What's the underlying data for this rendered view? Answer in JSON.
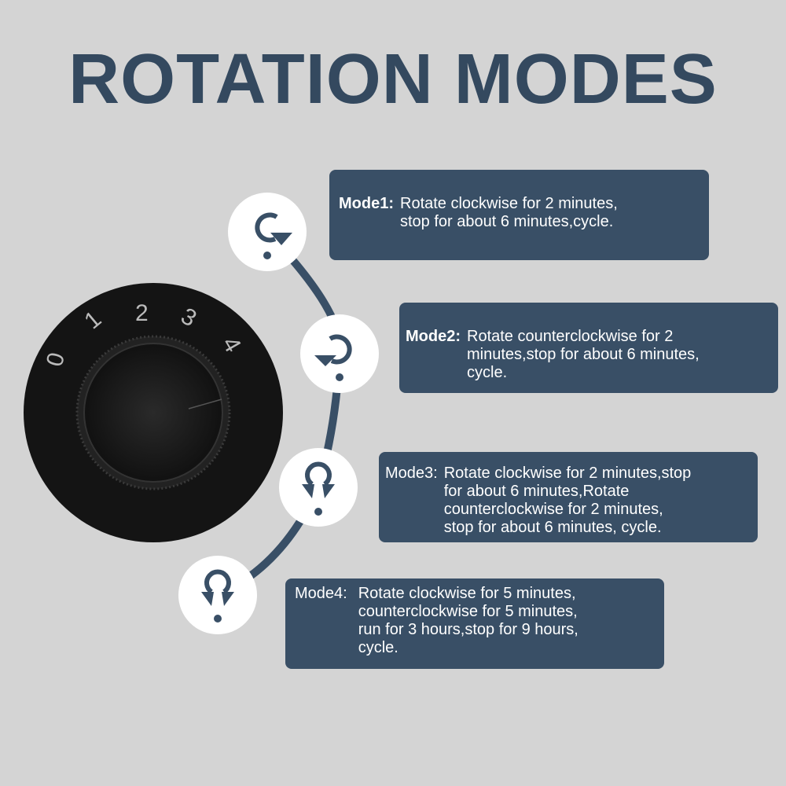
{
  "title": "ROTATION MODES",
  "dial": {
    "numbers": [
      "0",
      "1",
      "2",
      "3",
      "4"
    ]
  },
  "modes": [
    {
      "label": "Mode1:",
      "text": "Rotate clockwise for 2 minutes,\nstop for about 6 minutes,cycle.",
      "icon": "rotate-clockwise-icon"
    },
    {
      "label": "Mode2:",
      "text": "Rotate counterclockwise for 2\nminutes,stop for about 6 minutes,\ncycle.",
      "icon": "rotate-counterclockwise-icon"
    },
    {
      "label": "Mode3:",
      "text": "Rotate clockwise for 2 minutes,stop\nfor about 6 minutes,Rotate\ncounterclockwise for 2 minutes,\nstop for about 6 minutes, cycle.",
      "icon": "rotate-both-icon"
    },
    {
      "label": "Mode4:",
      "text": "Rotate clockwise for 5 minutes,\ncounterclockwise for 5 minutes,\nrun for 3 hours,stop for 9 hours,\ncycle.",
      "icon": "rotate-both-timed-icon"
    }
  ],
  "colors": {
    "navy": "#394f66",
    "background": "#d4d4d4"
  }
}
